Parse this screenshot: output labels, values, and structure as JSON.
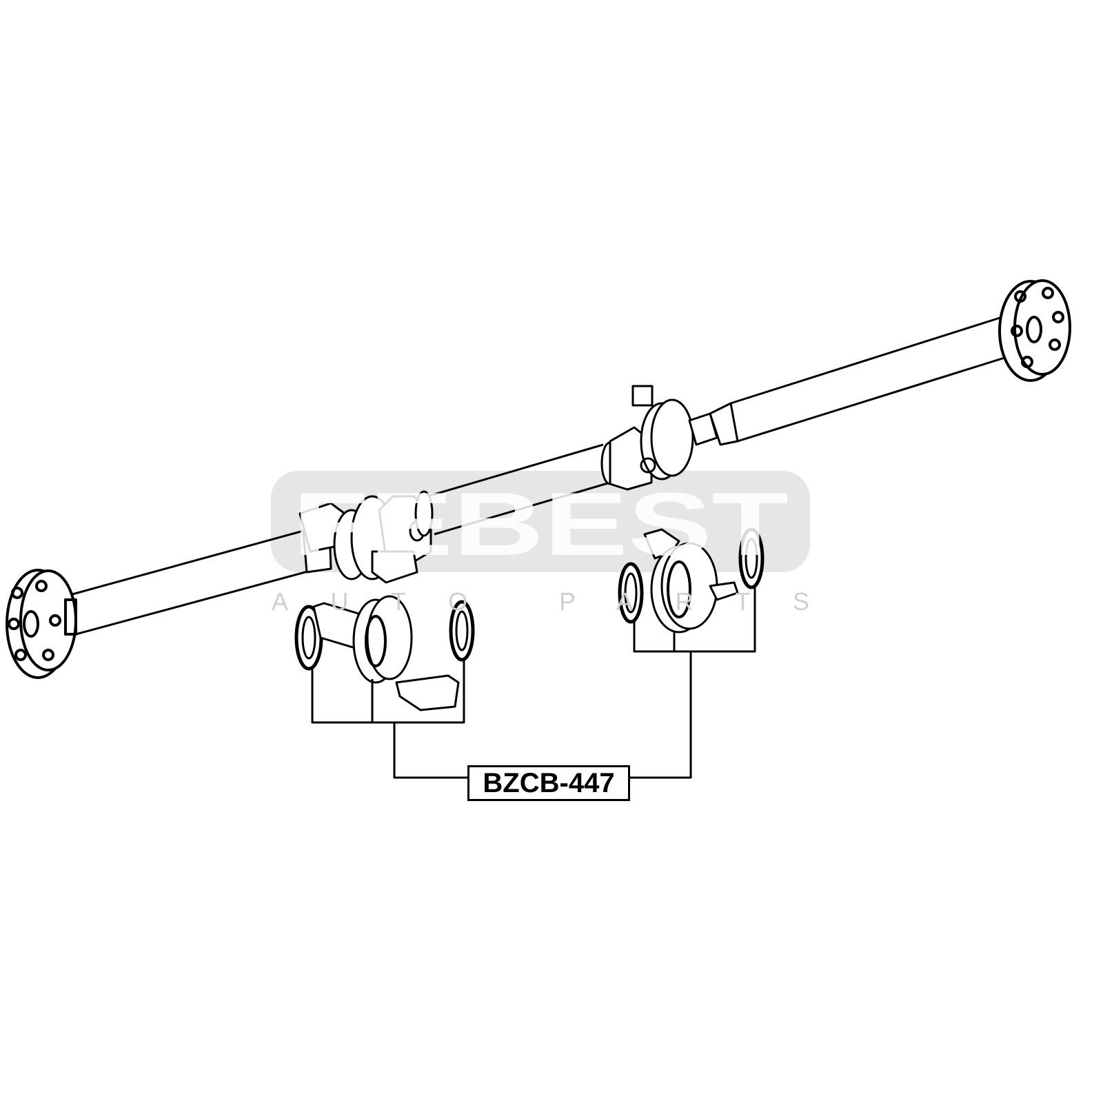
{
  "watermark": {
    "brand": "FEBEST",
    "tagline": "AUTO PARTS"
  },
  "part_number": "BZCB-447",
  "colors": {
    "line": "#000000",
    "watermark_bg": "#e6e6e6",
    "watermark_text": "#ffffff",
    "tagline": "#dddddd"
  }
}
